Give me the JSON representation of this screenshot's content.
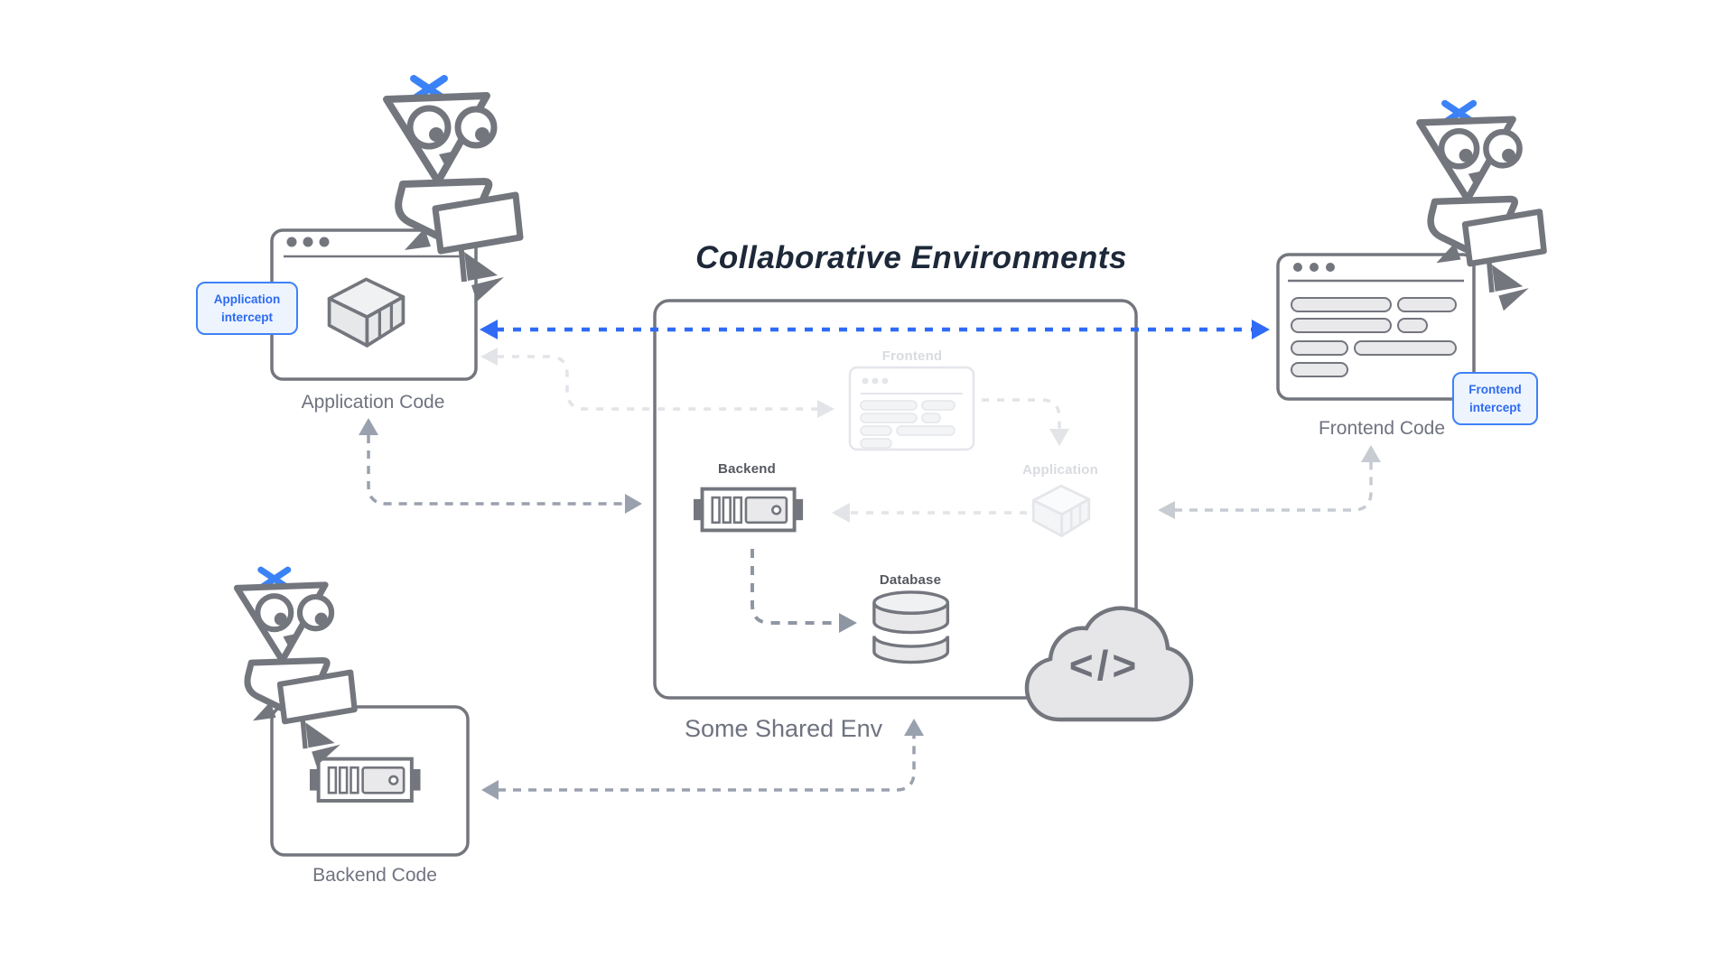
{
  "title": "Collaborative Environments",
  "nodes": {
    "application_code": {
      "label": "Application Code",
      "badge_line1": "Application",
      "badge_line2": "intercept"
    },
    "frontend_code": {
      "label": "Frontend Code",
      "badge_line1": "Frontend",
      "badge_line2": "intercept"
    },
    "backend_code": {
      "label": "Backend Code"
    },
    "shared_env": {
      "label": "Some Shared Env",
      "frontend": "Frontend",
      "backend": "Backend",
      "application": "Application",
      "database": "Database",
      "cloud_glyph": "</>"
    }
  },
  "icons": {
    "application": "isometric-cube-icon",
    "backend": "server-battery-icon",
    "database": "database-cylinders-icon",
    "cloud": "cloud-code-icon",
    "developer": "bird-mascot-with-laptop-icon"
  },
  "colors": {
    "accent_blue": "#2f6bf6",
    "badge_fill": "#edf4fe",
    "outline_gray": "#74767e",
    "arrow_gray": "#9aa1ae",
    "faded_gray": "#e2e4e8",
    "label_gray": "#6f7380",
    "title_navy": "#1d2839"
  }
}
